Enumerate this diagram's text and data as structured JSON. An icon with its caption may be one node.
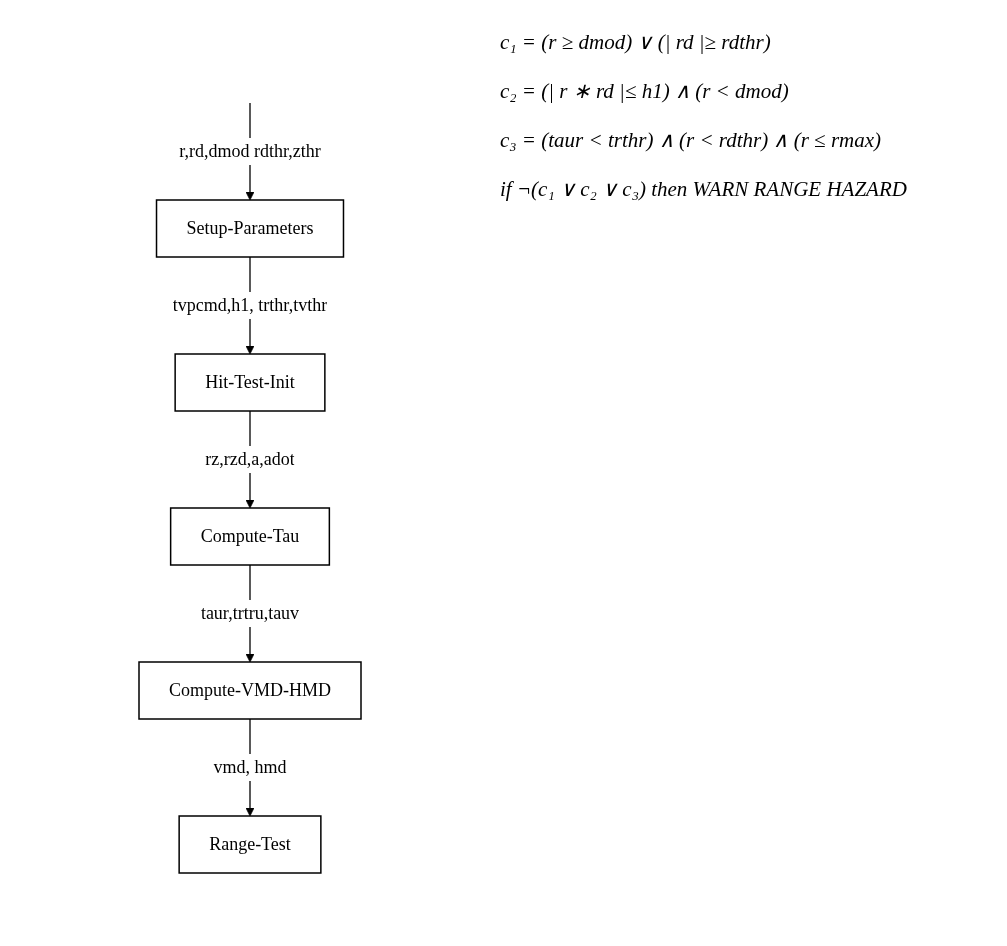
{
  "diagram": {
    "nodes": [
      {
        "text": [
          "Setup-Parameters"
        ]
      },
      {
        "text": [
          "Hit-Test-Init"
        ]
      },
      {
        "text": [
          "Compute-Tau"
        ]
      },
      {
        "text": [
          "Compute-VMD-HMD"
        ]
      },
      {
        "text": [
          "Range-Test"
        ]
      }
    ],
    "edges": [
      {
        "from": null,
        "to": 0,
        "arrow": "to",
        "label": "r,rd,dmod rdthr,zthr"
      },
      {
        "from": 0,
        "to": 1,
        "arrow": "to",
        "label": "tvpcmd,h1, trthr,tvthr"
      },
      {
        "from": 1,
        "to": 2,
        "arrow": "to",
        "label": "rz,rzd,a,adot"
      },
      {
        "from": 2,
        "to": 3,
        "arrow": "to",
        "label": "taur,trtru,tauv"
      },
      {
        "from": 3,
        "to": 4,
        "arrow": "to",
        "label": "vmd, hmd"
      }
    ],
    "labels": [
      "c₁ = (r ≥ dmod) ∨ (| rd |≥ rdthr)",
      "c₂ = (| r ∗ rd |≤ h1) ∧ (r < dmod)",
      "c₃ = (taur < trthr) ∧ (r < rdthr) ∧ (r ≤ rmax)",
      "if ¬(c₁ ∨ c₂ ∨ c₃) then WARN RANGE HAZARD"
    ]
  }
}
